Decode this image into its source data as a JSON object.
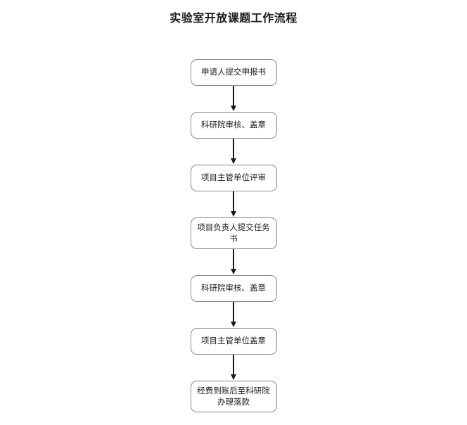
{
  "page": {
    "background_color": "#ffffff",
    "title": "实验室开放课题工作流程"
  },
  "flowchart": {
    "type": "vertical-flow",
    "node_border_color": "#8a8a8a",
    "node_fill_color": "#ffffff",
    "connector_color": "#1a1a1a",
    "text_color": "#1a1a28",
    "nodes": [
      {
        "id": "step-1",
        "label": "申请人提交申报书",
        "lines": 1
      },
      {
        "id": "step-2",
        "label": "科研院审核、盖章",
        "lines": 1
      },
      {
        "id": "step-3",
        "label": "项目主管单位评审",
        "lines": 1
      },
      {
        "id": "step-4",
        "label": "项目负责人提交任务书",
        "lines": 2
      },
      {
        "id": "step-5",
        "label": "科研院审核、盖章",
        "lines": 1
      },
      {
        "id": "step-6",
        "label": "项目主管单位盖章",
        "lines": 1
      },
      {
        "id": "step-7",
        "label": "经费到账后至科研院办理落款",
        "lines": 2
      }
    ],
    "connectors": [
      {
        "from": "step-1",
        "to": "step-2",
        "arrow": "down-arrow"
      },
      {
        "from": "step-2",
        "to": "step-3",
        "arrow": "down-arrow"
      },
      {
        "from": "step-3",
        "to": "step-4",
        "arrow": "down-arrow"
      },
      {
        "from": "step-4",
        "to": "step-5",
        "arrow": "down-arrow"
      },
      {
        "from": "step-5",
        "to": "step-6",
        "arrow": "down-arrow"
      },
      {
        "from": "step-6",
        "to": "step-7",
        "arrow": "down-arrow"
      }
    ]
  }
}
